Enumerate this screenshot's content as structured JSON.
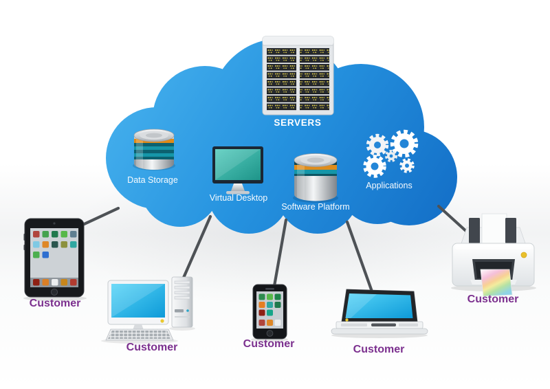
{
  "figure": {
    "type": "cloud-computing-diagram"
  },
  "palette": {
    "cloud_gradient_top": "#47B2EE",
    "cloud_gradient_bottom": "#1470C8",
    "node_label_color": "#FFFFFF",
    "customer_label_color": "#7B2F8E",
    "cable_color": "#4E5256",
    "screen_cyan": "#2FC0EF",
    "screen_teal": "#35B3A8",
    "server_led_yellow": "#E6D34B",
    "accent_orange_disc": "#E08A17",
    "printer_button_yellow": "#E9C02B"
  },
  "cloud": {
    "servers_label": "SERVERS",
    "servers_icon": "server-rack-icon",
    "nodes": [
      {
        "label": "Data Storage",
        "icon": "database-stack-icon"
      },
      {
        "label": "Virtual Desktop",
        "icon": "desktop-monitor-icon"
      },
      {
        "label": "Software Platform",
        "icon": "database-platform-icon"
      },
      {
        "label": "Applications",
        "icon": "gears-icon"
      }
    ]
  },
  "customers": [
    {
      "label": "Customer",
      "icon": "tablet-icon"
    },
    {
      "label": "Customer",
      "icon": "desktop-computer-icon"
    },
    {
      "label": "Customer",
      "icon": "smartphone-icon"
    },
    {
      "label": "Customer",
      "icon": "laptop-icon"
    },
    {
      "label": "Customer",
      "icon": "printer-icon"
    }
  ],
  "connections": [
    {
      "from": "cloud",
      "to": "tablet"
    },
    {
      "from": "cloud",
      "to": "desktop-computer"
    },
    {
      "from": "cloud",
      "to": "smartphone"
    },
    {
      "from": "cloud",
      "to": "laptop"
    },
    {
      "from": "cloud",
      "to": "printer"
    }
  ]
}
